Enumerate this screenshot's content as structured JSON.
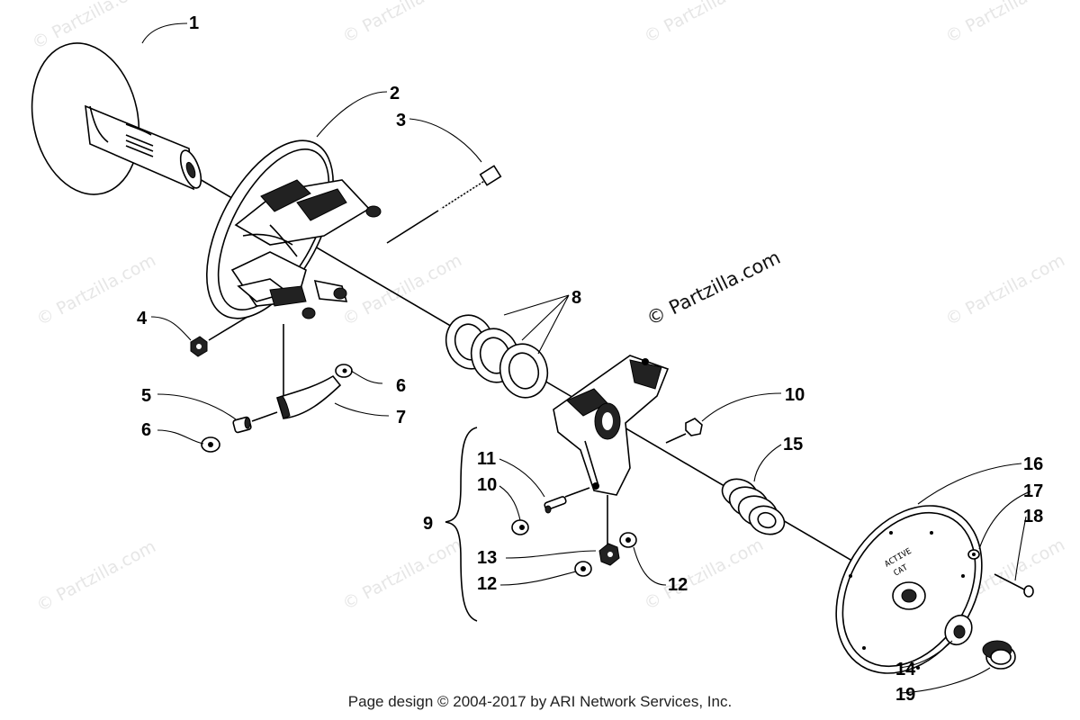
{
  "diagram": {
    "brand_notice": "© Partzilla.com",
    "watermark_text": "© Partzilla.com",
    "cover_text": [
      "ACTIVE",
      "CAT"
    ],
    "callouts": {
      "c1": "1",
      "c2": "2",
      "c3": "3",
      "c4": "4",
      "c5": "5",
      "c6a": "6",
      "c6b": "6",
      "c7": "7",
      "c8": "8",
      "c9": "9",
      "c10a": "10",
      "c10b": "10",
      "c11": "11",
      "c12a": "12",
      "c12b": "12",
      "c13": "13",
      "c14": "14",
      "c15": "15",
      "c16": "16",
      "c17": "17",
      "c18": "18",
      "c19": "19"
    }
  },
  "footer": {
    "text": "Page design © 2004-2017 by ARI Network Services, Inc."
  },
  "colors": {
    "ink": "#000000",
    "watermark": "#e6e6e6",
    "background": "#ffffff"
  }
}
